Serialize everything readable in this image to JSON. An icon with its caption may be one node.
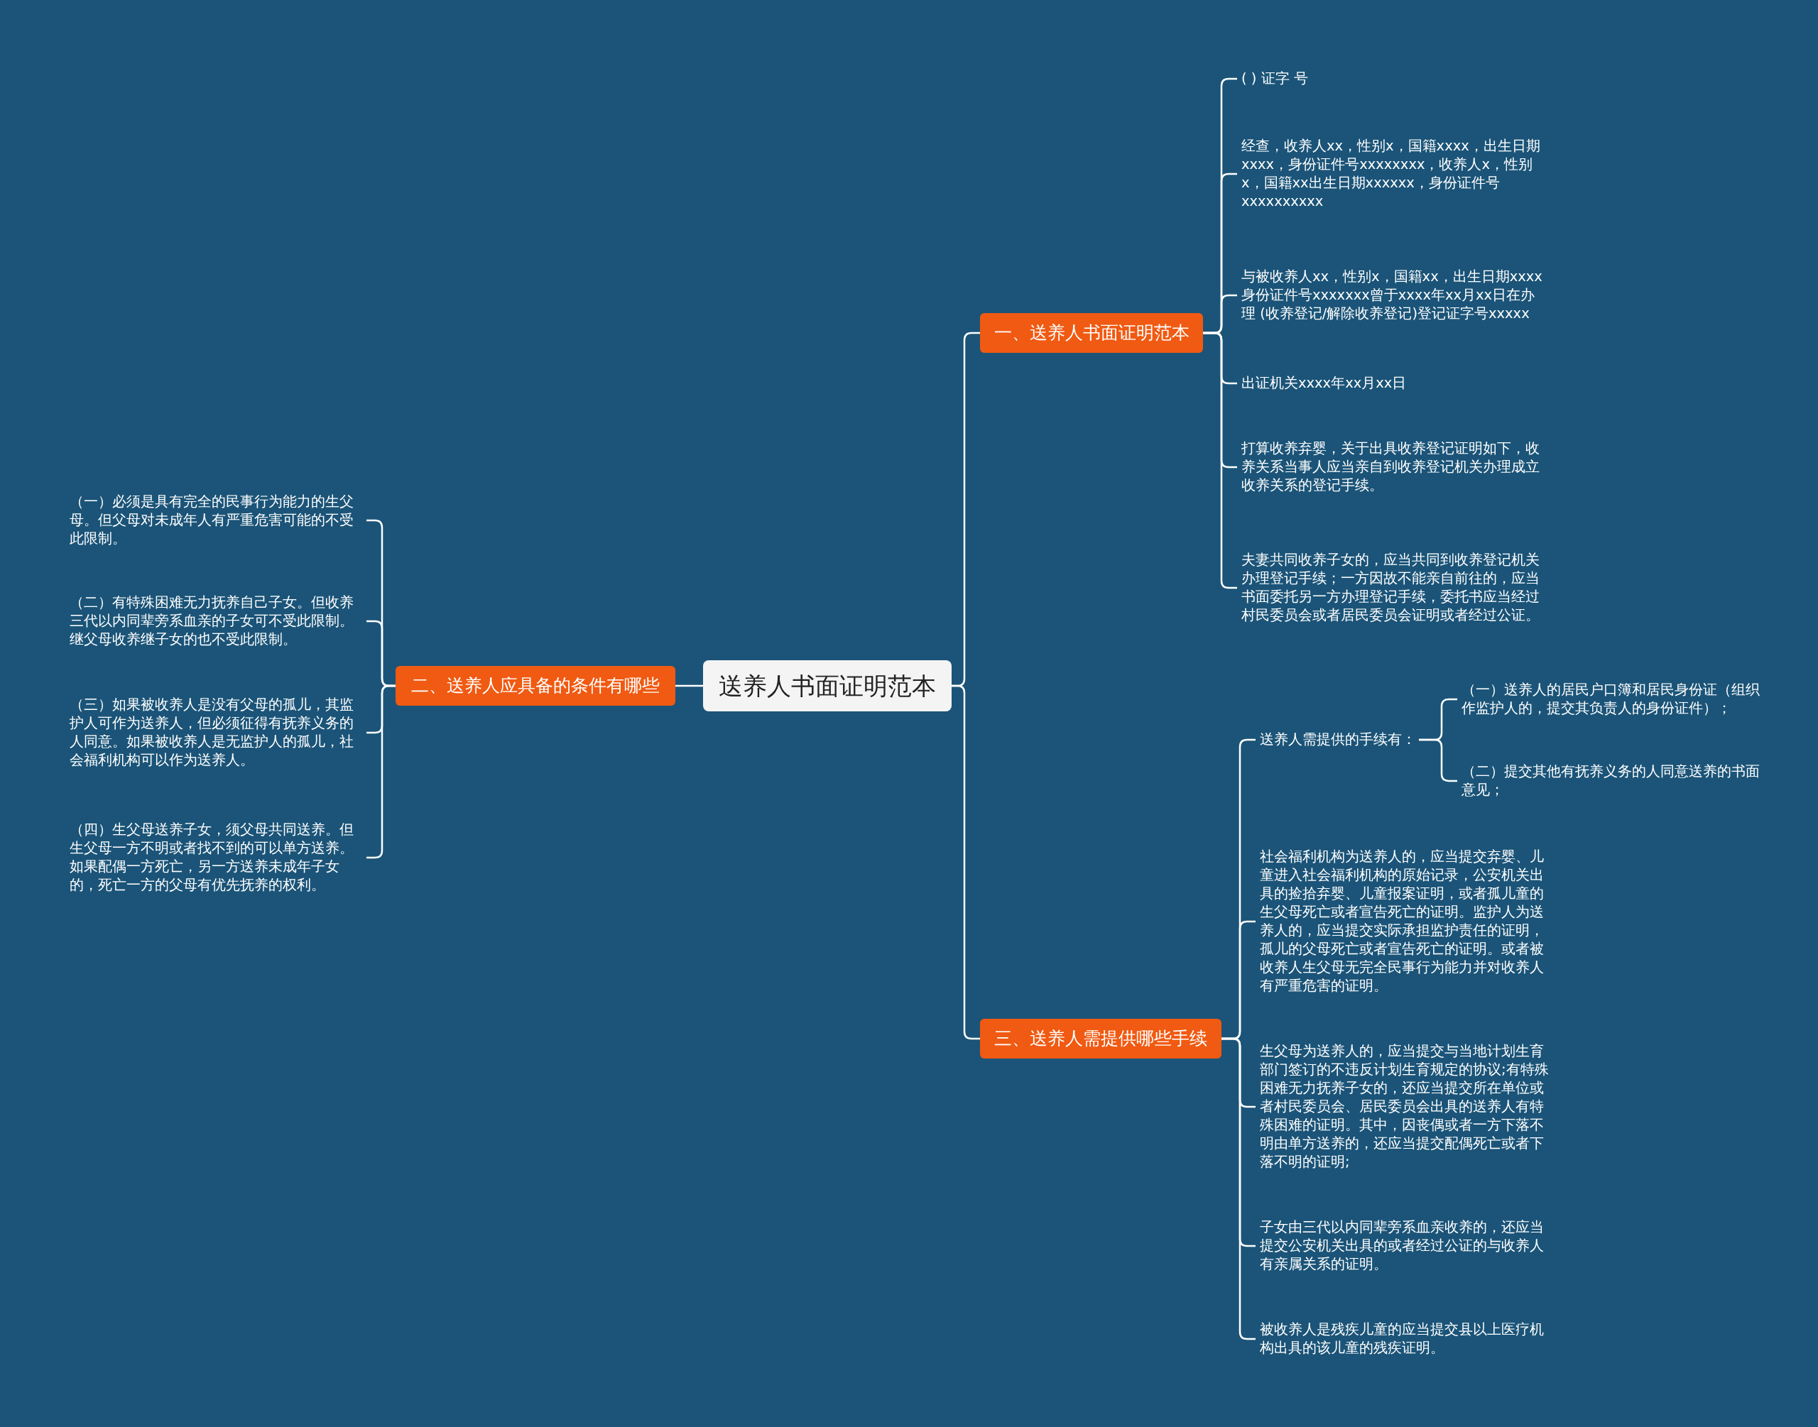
{
  "diagram": {
    "nodes": [
      {
        "text": [
          "送养人书面证明范本"
        ]
      },
      {
        "text": [
          "一、送养人书面证明范本"
        ]
      },
      {
        "text": [
          "( ) 证字 号"
        ]
      },
      {
        "text": [
          "经查，收养人xx，性别x，国籍xxxx，出生日期xxxx，身份证件号xxxxxxxx，收养人x，性别x，国籍xx出生日期xxxxxx，身份证件号xxxxxxxxxx"
        ]
      },
      {
        "text": [
          "与被收养人xx，性别x，国籍xx，出生日期xxxx身份证件号xxxxxxx曾于xxxx年xx月xx日在办理 (收养登记/解除收养登记)登记证字号xxxxx"
        ]
      },
      {
        "text": [
          "出证机关xxxx年xx月xx日"
        ]
      },
      {
        "text": [
          "打算收养弃婴，关于出具收养登记证明如下，收养关系当事人应当亲自到收养登记机关办理成立收养关系的登记手续。"
        ]
      },
      {
        "text": [
          "夫妻共同收养子女的，应当共同到收养登记机关办理登记手续；一方因故不能亲自前往的，应当书面委托另一方办理登记手续，委托书应当经过村民委员会或者居民委员会证明或者经过公证。"
        ]
      },
      {
        "text": [
          "二、送养人应具备的条件有哪些"
        ]
      },
      {
        "text": [
          "（一）必须是具有完全的民事行为能力的生父母。但父母对未成年人有严重危害可能的不受此限制。"
        ]
      },
      {
        "text": [
          "（二）有特殊困难无力抚养自己子女。但收养三代以内同辈旁系血亲的子女可不受此限制。继父母收养继子女的也不受此限制。"
        ]
      },
      {
        "text": [
          "（三）如果被收养人是没有父母的孤儿，其监护人可作为送养人，但必须征得有抚养义务的人同意。如果被收养人是无监护人的孤儿，社会福利机构可以作为送养人。"
        ]
      },
      {
        "text": [
          "（四）生父母送养子女，须父母共同送养。但生父母一方不明或者找不到的可以单方送养。如果配偶一方死亡，另一方送养未成年子女的，死亡一方的父母有优先抚养的权利。"
        ]
      },
      {
        "text": [
          "三、送养人需提供哪些手续"
        ]
      },
      {
        "text": [
          "送养人需提供的手续有："
        ]
      },
      {
        "text": [
          "（一）送养人的居民户口簿和居民身份证（组织作监护人的，提交其负责人的身份证件）；"
        ]
      },
      {
        "text": [
          "（二）提交其他有抚养义务的人同意送养的书面意见；"
        ]
      },
      {
        "text": [
          "社会福利机构为送养人的，应当提交弃婴、儿童进入社会福利机构的原始记录，公安机关出具的捡拾弃婴、儿童报案证明，或者孤儿童的生父母死亡或者宣告死亡的证明。监护人为送养人的，应当提交实际承担监护责任的证明，孤儿的父母死亡或者宣告死亡的证明。或者被收养人生父母无完全民事行为能力并对收养人有严重危害的证明。"
        ]
      },
      {
        "text": [
          "生父母为送养人的，应当提交与当地计划生育部门签订的不违反计划生育规定的协议;有特殊困难无力抚养子女的，还应当提交所在单位或者村民委员会、居民委员会出具的送养人有特殊困难的证明。其中，因丧偶或者一方下落不明由单方送养的，还应当提交配偶死亡或者下落不明的证明;"
        ]
      },
      {
        "text": [
          "子女由三代以内同辈旁系血亲收养的，还应当提交公安机关出具的或者经过公证的与收养人有亲属关系的证明。"
        ]
      },
      {
        "text": [
          "被收养人是残疾儿童的应当提交县以上医疗机构出具的该儿童的残疾证明。"
        ]
      }
    ],
    "edges": [
      {
        "from": 0,
        "to": 1,
        "arrow": "none"
      },
      {
        "from": 1,
        "to": 2,
        "arrow": "none"
      },
      {
        "from": 1,
        "to": 3,
        "arrow": "none"
      },
      {
        "from": 1,
        "to": 4,
        "arrow": "none"
      },
      {
        "from": 1,
        "to": 5,
        "arrow": "none"
      },
      {
        "from": 1,
        "to": 6,
        "arrow": "none"
      },
      {
        "from": 1,
        "to": 7,
        "arrow": "none"
      },
      {
        "from": 0,
        "to": 8,
        "arrow": "none"
      },
      {
        "from": 8,
        "to": 9,
        "arrow": "none"
      },
      {
        "from": 8,
        "to": 10,
        "arrow": "none"
      },
      {
        "from": 8,
        "to": 11,
        "arrow": "none"
      },
      {
        "from": 8,
        "to": 12,
        "arrow": "none"
      },
      {
        "from": 0,
        "to": 13,
        "arrow": "none"
      },
      {
        "from": 13,
        "to": 14,
        "arrow": "none"
      },
      {
        "from": 14,
        "to": 15,
        "arrow": "none"
      },
      {
        "from": 14,
        "to": 16,
        "arrow": "none"
      },
      {
        "from": 13,
        "to": 17,
        "arrow": "none"
      },
      {
        "from": 13,
        "to": 18,
        "arrow": "none"
      },
      {
        "from": 13,
        "to": 19,
        "arrow": "none"
      },
      {
        "from": 13,
        "to": 20,
        "arrow": "none"
      }
    ]
  }
}
